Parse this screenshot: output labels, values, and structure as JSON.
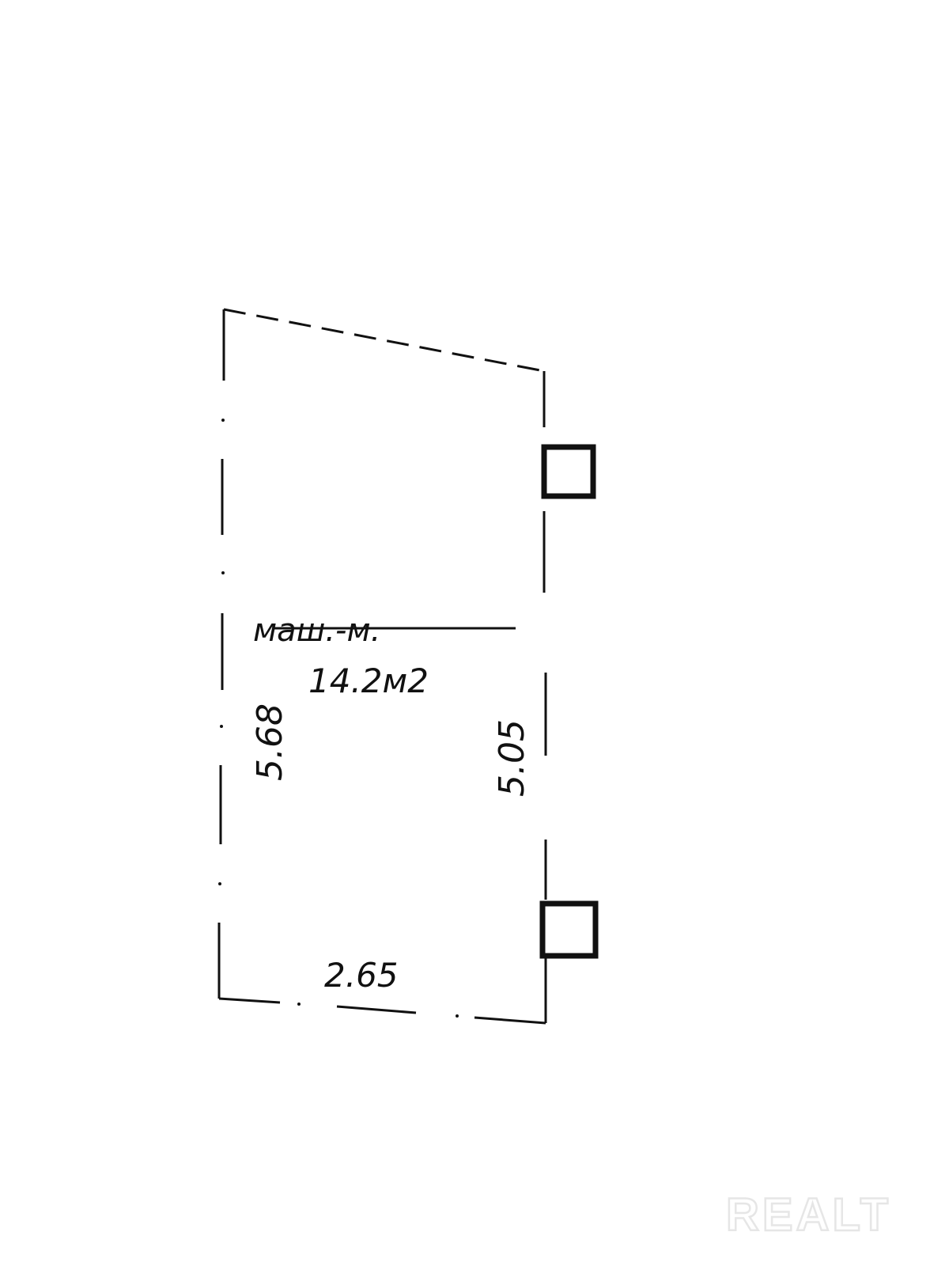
{
  "plan": {
    "room_label": "маш.-м.",
    "room_area": "14.2м2",
    "dim_left": "5.68",
    "dim_right": "5.05",
    "dim_bottom": "2.65"
  },
  "watermark": {
    "text": "REALT"
  },
  "colors": {
    "line": "#111111",
    "background": "#ffffff",
    "watermark": "#e6e6e6"
  }
}
